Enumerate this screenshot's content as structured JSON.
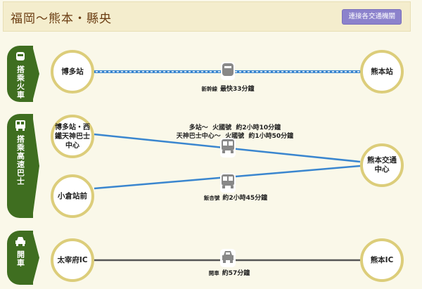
{
  "header": {
    "title": "福岡～熊本・縣央",
    "link_button": "連接各交通機關"
  },
  "train": {
    "tab": "搭乘火車",
    "from": "博多站",
    "to": "熊本站",
    "line_name": "新幹線",
    "time": "最快33分鐘",
    "icon": "train-icon"
  },
  "bus": {
    "tab": "搭乘高速巴士",
    "from1": "博多站・西鐵天神巴士中心",
    "from2": "小倉站前",
    "to": "熊本交通中心",
    "route1_line1_from": "多站～",
    "route1_line1_name": "火國號",
    "route1_line1_time": "約2小時10分鐘",
    "route1_line2_from": "天神巴士中心～",
    "route1_line2_name": "火國號",
    "route1_line2_time": "約1小時50分鐘",
    "route2_name": "飯杏號",
    "route2_time": "約2小時45分鐘",
    "icon": "bus-icon"
  },
  "car": {
    "tab": "開車",
    "from": "太宰府IC",
    "to": "熊本IC",
    "mode": "開車",
    "time": "約57分鐘",
    "icon": "car-icon"
  },
  "colors": {
    "tab": "#3f6e20",
    "rail": "#3a86cf",
    "road": "#555555",
    "ring": "#dccd7a"
  }
}
